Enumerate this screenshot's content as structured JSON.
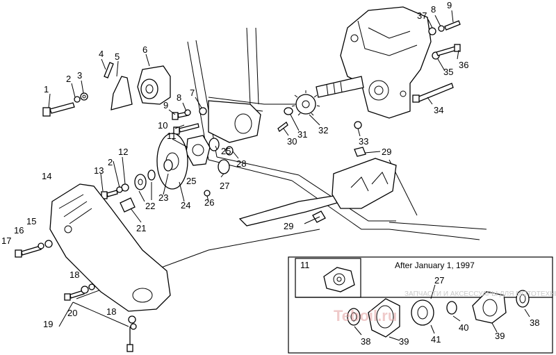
{
  "inset": {
    "title": "After January 1, 1997",
    "box_label": "11",
    "labels": [
      "27",
      "38",
      "39",
      "41",
      "40",
      "39",
      "38"
    ]
  },
  "watermark": {
    "text": "ЗАПЧАСТИ И АКСЕССУАРЫ ДЛЯ МОТОТЕХНИКИ",
    "logo": "Teboil.ru"
  },
  "callouts": [
    "1",
    "2",
    "3",
    "4",
    "5",
    "6",
    "7",
    "8",
    "9",
    "10",
    "11",
    "12",
    "13",
    "2",
    "14",
    "15",
    "16",
    "17",
    "18",
    "18",
    "19",
    "20",
    "21",
    "22",
    "23",
    "24",
    "25",
    "25",
    "26",
    "27",
    "28",
    "29",
    "29",
    "30",
    "31",
    "32",
    "33",
    "34",
    "35",
    "36",
    "37",
    "8",
    "9"
  ]
}
